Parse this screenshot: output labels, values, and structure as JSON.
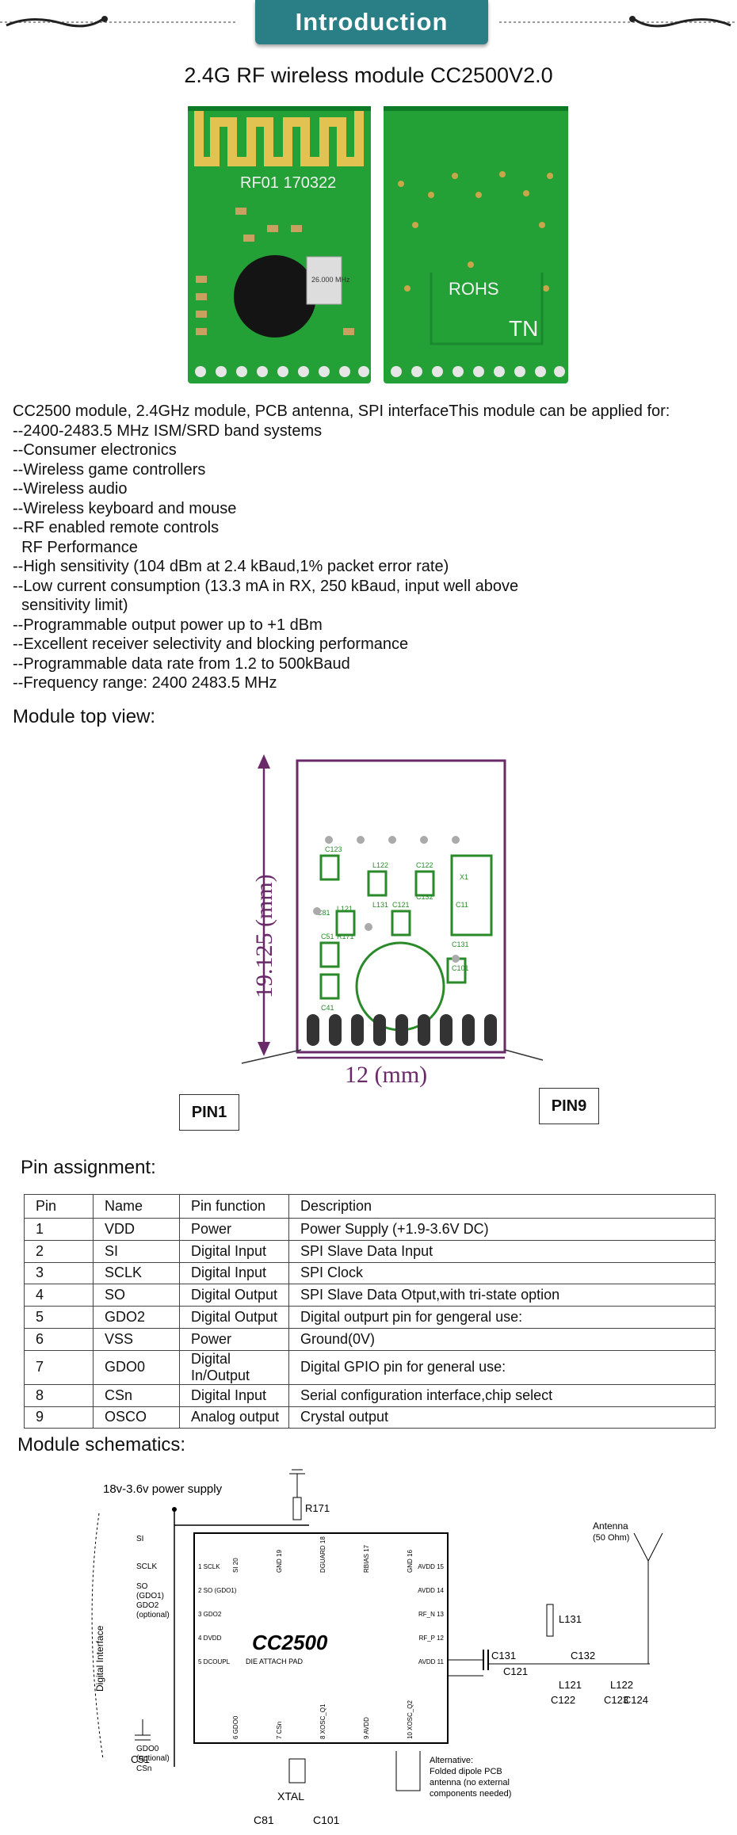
{
  "header": {
    "banner": "Introduction"
  },
  "title": "2.4G RF wireless module CC2500V2.0",
  "photo": {
    "board_label": "RF01 170322",
    "crystal_text": "26.000 MHz",
    "back_rohs": "ROHS",
    "back_tn": "TN"
  },
  "description": [
    "CC2500 module, 2.4GHz module, PCB antenna, SPI interfaceThis module can be applied for:",
    "--2400-2483.5 MHz ISM/SRD band systems",
    "--Consumer electronics",
    "--Wireless game controllers",
    "--Wireless audio",
    "--Wireless keyboard and mouse",
    "--RF enabled remote controls",
    "  RF Performance",
    "--High sensitivity (104 dBm at 2.4 kBaud,1% packet error rate)",
    "--Low current consumption (13.3 mA in RX, 250 kBaud, input well above",
    "  sensitivity limit)",
    "--Programmable output power up to +1 dBm",
    "--Excellent receiver selectivity and blocking performance",
    "--Programmable data rate from 1.2 to 500kBaud",
    "--Frequency range: 2400 2483.5 MHz"
  ],
  "top_view": {
    "heading": "Module top view:",
    "height_label": "19.125 (mm)",
    "width_label": "12 (mm)",
    "pin1": "PIN1",
    "pin9": "PIN9",
    "silk": [
      "C123",
      "L122",
      "C122",
      "X1",
      "C132",
      "L131",
      "C121",
      "C11",
      "C131",
      "C51",
      "R171",
      "C81",
      "C101",
      "C41",
      "L121"
    ]
  },
  "pins": {
    "heading": "Pin assignment:",
    "columns": [
      "Pin",
      "Name",
      "Pin function",
      "Description"
    ],
    "rows": [
      [
        "1",
        "VDD",
        "Power",
        "Power Supply (+1.9-3.6V DC)"
      ],
      [
        "2",
        "SI",
        "Digital Input",
        "SPI Slave Data Input"
      ],
      [
        "3",
        "SCLK",
        "Digital Input",
        "SPI Clock"
      ],
      [
        "4",
        "SO",
        "Digital Output",
        "SPI Slave Data Otput,with tri-state option"
      ],
      [
        "5",
        "GDO2",
        "Digital Output",
        "Digital outpurt pin for gengeral use:"
      ],
      [
        "6",
        "VSS",
        "Power",
        "Ground(0V)"
      ],
      [
        "7",
        "GDO0",
        "Digital In/Output",
        "Digital GPIO pin for general use:"
      ],
      [
        "8",
        "CSn",
        "Digital Input",
        "Serial configuration interface,chip select"
      ],
      [
        "9",
        "OSCO",
        "Analog output",
        "Crystal output"
      ]
    ]
  },
  "schematic": {
    "heading": "Module schematics:",
    "supply": "18v-3.6v power supply",
    "chip": "CC2500",
    "die_attach": "DIE ATTACH PAD",
    "side_label": "Digital Interface",
    "left_pins": [
      "1 SCLK",
      "2 SO (GDO1)",
      "3 GDO2",
      "4 DVDD",
      "5 DCOUPL"
    ],
    "top_pins": [
      "SI 20",
      "GND 19",
      "DGUARD 18",
      "RBIAS 17",
      "GND 16"
    ],
    "right_pins": [
      "AVDD 15",
      "AVDD 14",
      "RF_N 13",
      "RF_P 12",
      "AVDD 11"
    ],
    "bottom_pins": [
      "6 GDO0",
      "7 CSn",
      "8 XOSC_Q1",
      "9 AVDD",
      "10 XOSC_Q2"
    ],
    "signals": [
      "SI",
      "SCLK",
      "SO",
      "(GDO1)",
      "GDO2",
      "(optional)",
      "GDO0",
      "(optional)",
      "CSn"
    ],
    "parts": [
      "R171",
      "C51",
      "C131",
      "C132",
      "L131",
      "C121",
      "L121",
      "C122",
      "L122",
      "C123",
      "C124",
      "XTAL",
      "C81",
      "C101"
    ],
    "antenna": "Antenna",
    "antenna_ohm": "(50 Ohm)",
    "alt": [
      "Alternative:",
      "Folded dipole PCB",
      "antenna (no external",
      "components needed)"
    ]
  }
}
